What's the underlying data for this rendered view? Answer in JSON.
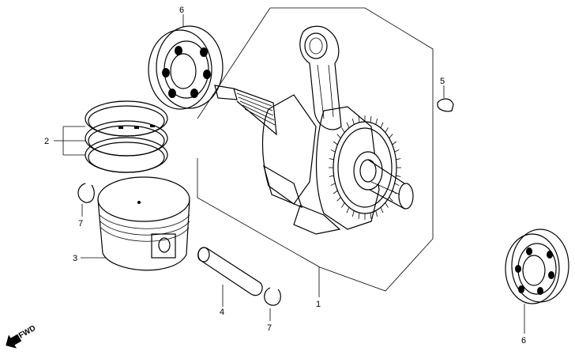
{
  "callouts": {
    "crankshaft": "1",
    "piston_ring_set": "2",
    "piston": "3",
    "piston_pin": "4",
    "woodruff_key": "5",
    "bearing_top": "6",
    "bearing_bottom": "6",
    "clip_left": "7",
    "clip_bottom": "7"
  },
  "fwd_label": "FWD"
}
